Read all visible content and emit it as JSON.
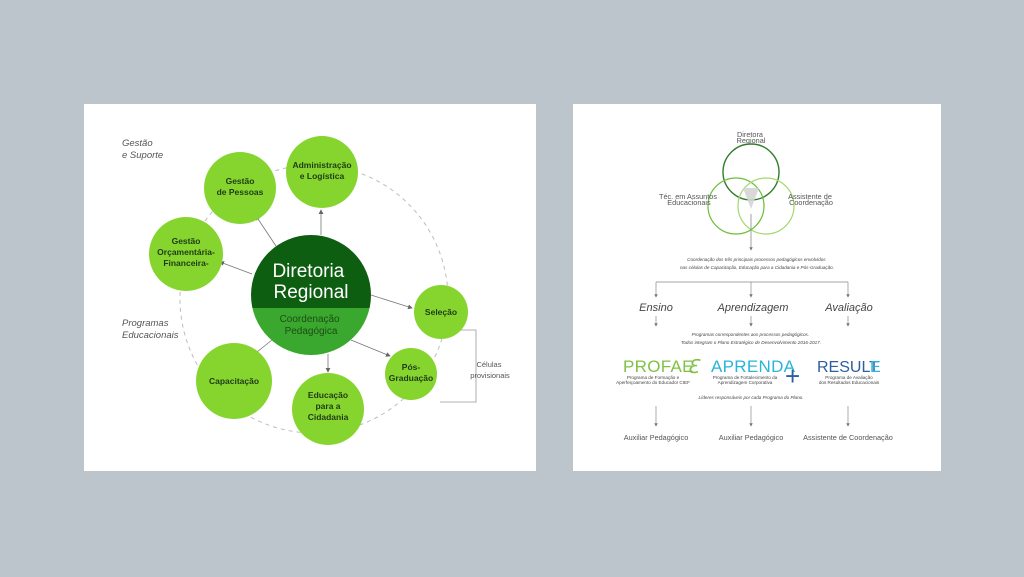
{
  "left": {
    "section_gestao": [
      "Gestão",
      "e Suporte"
    ],
    "section_programas": [
      "Programas",
      "Educacionais"
    ],
    "center_title": [
      "Diretoria",
      "Regional"
    ],
    "center_subtitle": [
      "Coordenação",
      "Pedagógica"
    ],
    "nodes": {
      "administracao": [
        "Administração",
        "e Logística"
      ],
      "gestao_pessoas": [
        "Gestão",
        "de Pessoas"
      ],
      "gestao_orcamentaria": [
        "Gestão",
        "Orçamentária-",
        "Financeira-"
      ],
      "selecao": [
        "Seleção"
      ],
      "pos_graduacao": [
        "Pós-",
        "Graduação"
      ],
      "educacao_cidadania": [
        "Educação",
        "para a",
        "Cidadania"
      ],
      "capacitacao": [
        "Capacitação"
      ]
    },
    "celulas_label": [
      "Células",
      "provisionais"
    ],
    "colors": {
      "light_green": "#86d52f",
      "dark_green": "#0e5e12",
      "mid_green": "#3aa82e"
    }
  },
  "right": {
    "venn": {
      "top": [
        "Diretora",
        "Regional"
      ],
      "left": [
        "Téc. em Assuntos",
        "Educacionais"
      ],
      "right": [
        "Assistente de",
        "Coordenação"
      ]
    },
    "coord_text": [
      "Coordenação dos três principais processos pedagógicos envolvidos",
      "nas células de Capacitação, Educação para a Cidadania e Pós-Graduação."
    ],
    "processes": [
      "Ensino",
      "Aprendizagem",
      "Avaliação"
    ],
    "programas_text": [
      "Programas correspondentes aos processos pedagógicos.",
      "Todos integram o Plano Estratégico de Desenvolvimento 2016-2017."
    ],
    "programs": [
      {
        "name": "PROFAE",
        "mark": "ℇ",
        "desc": [
          "Programa de Formação e",
          "Aperfeiçoamento do Educador CIEF"
        ],
        "color": "#7cc243"
      },
      {
        "name": "APRENDA",
        "mark": "+",
        "desc": [
          "Programa de Fortalecimento da",
          "Aprendizagem Corporativa"
        ],
        "color": "#29b5d9"
      },
      {
        "name": "RESULT",
        "mark": "E",
        "desc": [
          "Programa de Avaliação",
          "dos Resultados Educacionais"
        ],
        "color": "#2e5e9e"
      }
    ],
    "lideres_text": "Líderes responsáveis por cada Programa do Plano.",
    "roles": [
      "Auxiliar Pedagógico",
      "Auxiliar Pedagógico",
      "Assistente de Coordenação"
    ]
  }
}
